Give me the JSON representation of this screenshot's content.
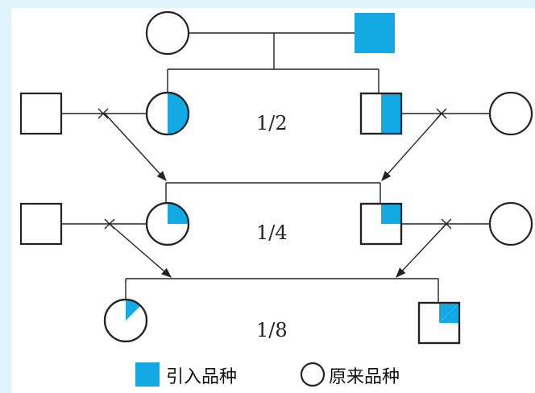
{
  "colors": {
    "introduced": "#12a9e4",
    "line": "#222222",
    "background": "#dff3fb"
  },
  "generations": [
    {
      "fraction": "1/2"
    },
    {
      "fraction": "1/4"
    },
    {
      "fraction": "1/8"
    }
  ],
  "legend": {
    "introduced_label": "引入品种",
    "original_label": "原来品种"
  }
}
